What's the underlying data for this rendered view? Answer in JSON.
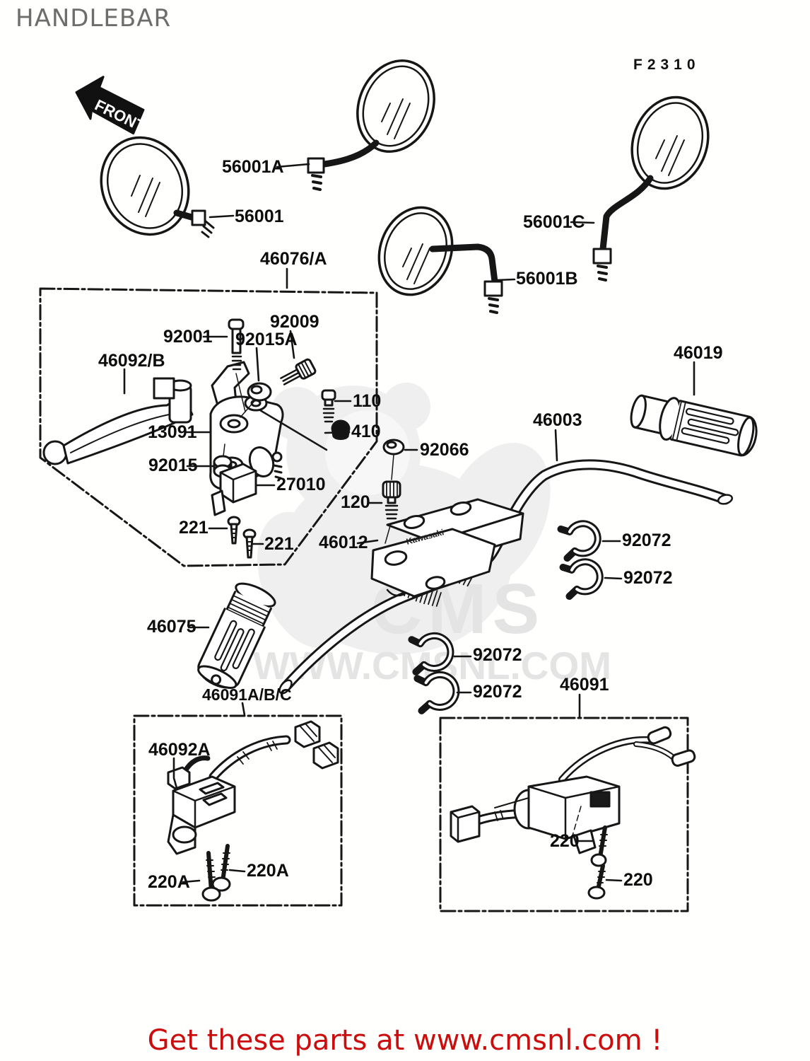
{
  "title": "HANDLEBAR",
  "figure_code": "F2310",
  "front_arrow": {
    "label": "FRONT"
  },
  "brand": "Kawasaki",
  "watermark": {
    "word": "CMS",
    "url": "WWW.CMSNL.COM"
  },
  "footer": {
    "message": "Get these parts at www.cmsnl.com !"
  },
  "labels": {
    "t56001A": "56001A",
    "t56001": "56001",
    "t56001B": "56001B",
    "t56001C": "56001C",
    "t46076A": "46076/A",
    "t92001": "92001",
    "t92015A": "92015A",
    "t92009": "92009",
    "t46092B": "46092/B",
    "t13091": "13091",
    "t110": "110",
    "t410": "410",
    "t92015": "92015",
    "t27010": "27010",
    "t92066": "92066",
    "t120": "120",
    "t46012": "46012",
    "t221a": "221",
    "t221b": "221",
    "t46003": "46003",
    "t46019": "46019",
    "t92072a": "92072",
    "t92072b": "92072",
    "t92072c": "92072",
    "t92072d": "92072",
    "t46075": "46075",
    "t46091abc": "46091A/B/C",
    "t46091": "46091",
    "t46092A": "46092A",
    "t220Aa": "220A",
    "t220Ab": "220A",
    "t220a": "220",
    "t220b": "220"
  },
  "colors": {
    "line": "#161616",
    "accent_red": "#cc0d0d",
    "title_gray": "#6d6d6d",
    "watermark_gray": "#e4e4e4"
  }
}
